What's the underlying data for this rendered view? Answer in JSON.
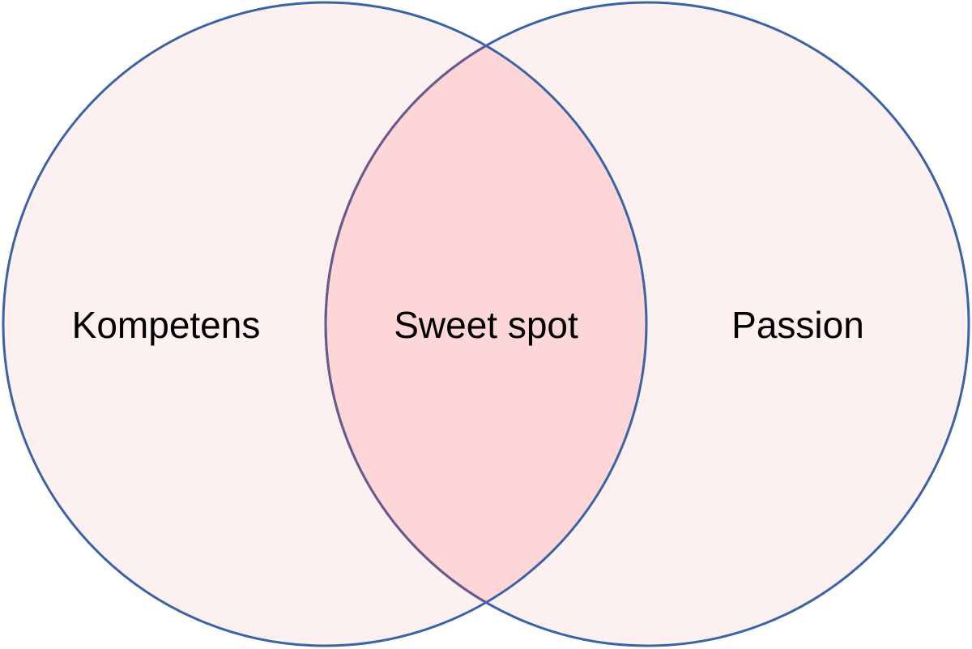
{
  "diagram": {
    "type": "venn-two-sets",
    "sets": [
      {
        "label": "Kompetens"
      },
      {
        "label": "Passion"
      }
    ],
    "intersection": {
      "label": "Sweet spot"
    }
  },
  "colors": {
    "set_fill": "#fdf0f0",
    "intersection_fill": "#fdd7d8",
    "left_stroke": "#3a63a5",
    "intersection_right_stroke": "#6a5a8c",
    "text": "#000000"
  }
}
